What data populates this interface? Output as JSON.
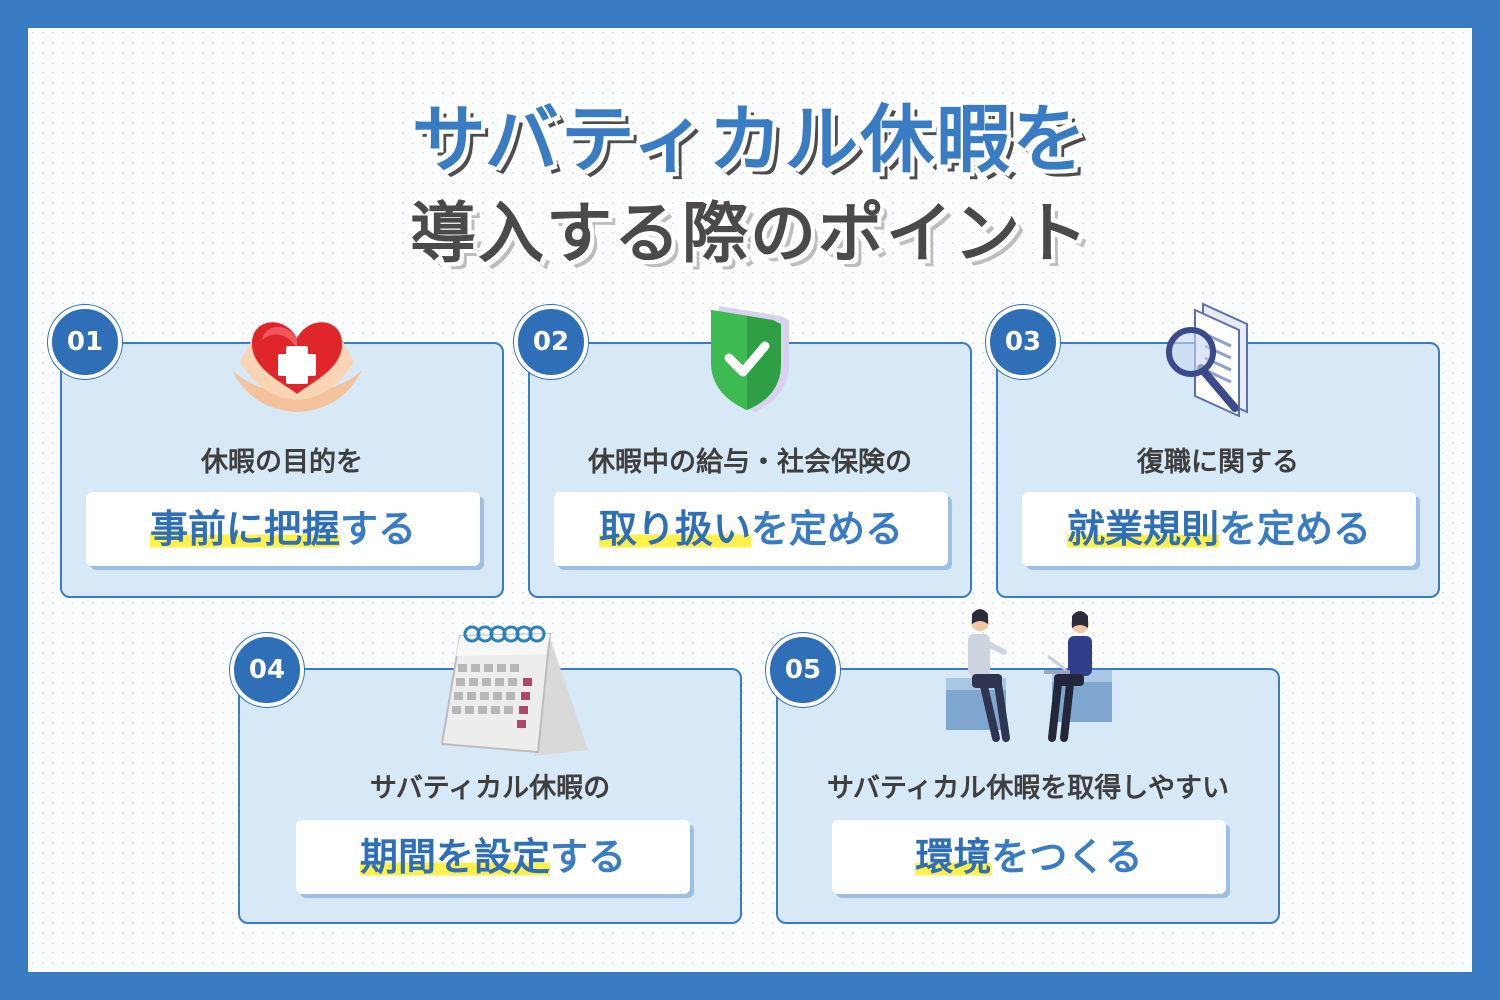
{
  "title": {
    "line1": "サバティカル休暇を",
    "line2": "導入する際のポイント"
  },
  "points": [
    {
      "number": "01",
      "subtitle": "休暇の目的を",
      "highlight": "事前に把握",
      "rest": "する",
      "icon": "heart-in-hands-icon"
    },
    {
      "number": "02",
      "subtitle": "休暇中の給与・社会保険の",
      "highlight": "取り扱い",
      "rest": "を定める",
      "icon": "shield-check-icon"
    },
    {
      "number": "03",
      "subtitle": "復職に関する",
      "highlight": "就業規則",
      "rest": "を定める",
      "icon": "document-magnifier-icon"
    },
    {
      "number": "04",
      "subtitle": "サバティカル休暇の",
      "highlight": "期間を設定",
      "rest": "する",
      "icon": "calendar-icon"
    },
    {
      "number": "05",
      "subtitle": "サバティカル休暇を取得しやすい",
      "highlight": "環境",
      "rest": "をつくる",
      "icon": "people-meeting-icon"
    }
  ],
  "colors": {
    "frame": "#3a7cc4",
    "card": "#d7e8f7",
    "badge": "#2f6fb8",
    "highlight": "#fff04a"
  }
}
